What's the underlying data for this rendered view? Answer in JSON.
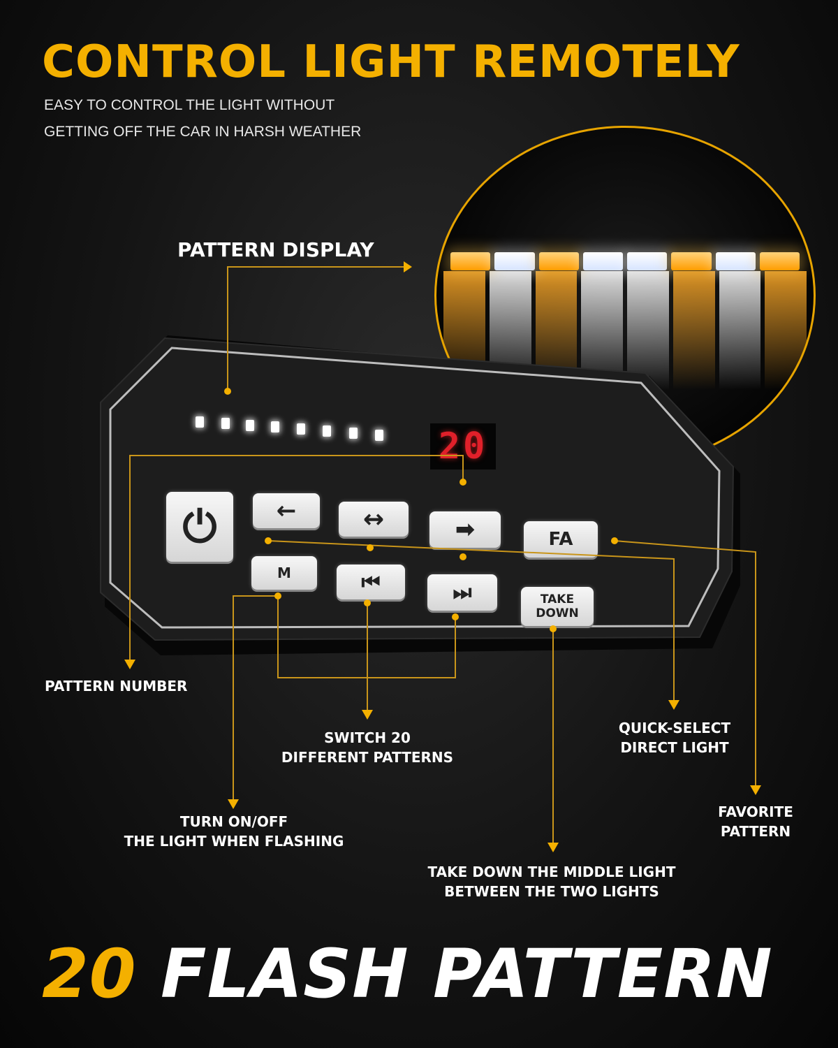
{
  "header": {
    "title": "CONTROL LIGHT REMOTELY",
    "subtitle_line1": "EASY TO CONTROL THE LIGHT WITHOUT",
    "subtitle_line2": "GETTING OFF THE CAR IN HARSH WEATHER"
  },
  "labels": {
    "pattern_display": "PATTERN DISPLAY",
    "pattern_number": "PATTERN NUMBER",
    "switch_line1": "SWITCH 20",
    "switch_line2": "DIFFERENT PATTERNS",
    "quick_line1": "QUICK-SELECT",
    "quick_line2": "DIRECT LIGHT",
    "turn_line1": "TURN ON/OFF",
    "turn_line2": "THE LIGHT WHEN FLASHING",
    "favorite_line1": "FAVORITE",
    "favorite_line2": "PATTERN",
    "takedown_line1": "TAKE DOWN THE MIDDLE LIGHT",
    "takedown_line2": "BETWEEN THE TWO LIGHTS"
  },
  "controller": {
    "display_value": "20",
    "buttons": {
      "fa": "FA",
      "m": "M",
      "take": "TAKE",
      "down": "DOWN",
      "left_arrow": "←",
      "both_arrow": "↔",
      "right_arrow": "➡",
      "prev": "⏮",
      "next": "⏭",
      "power": "⏻"
    }
  },
  "footer": {
    "num": "20",
    "text": " FLASH PATTERN"
  },
  "colors": {
    "accent": "#f4b000",
    "line": "#c9951a",
    "display_red": "#e0202a"
  }
}
